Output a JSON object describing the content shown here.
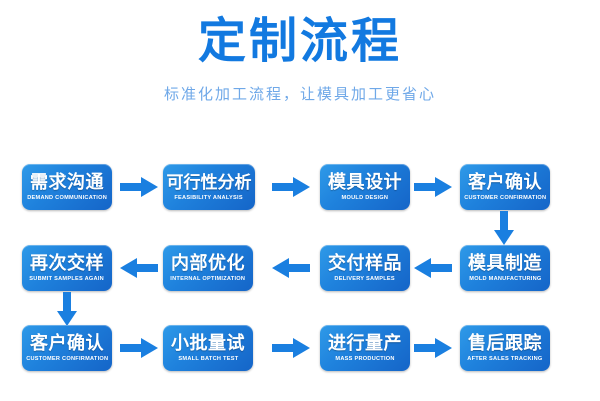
{
  "header": {
    "title": "定制流程",
    "subtitle": "标准化加工流程，让模具加工更省心",
    "title_color": "#1279e0",
    "subtitle_color": "#6fa8e8"
  },
  "theme": {
    "background": "#ffffff",
    "node_gradient_from": "#2f9ae8",
    "node_gradient_to": "#1565c8",
    "arrow_color": "#1a7fe0",
    "node_text_color": "#ffffff"
  },
  "flow": {
    "rows": [
      {
        "direction": "left-to-right",
        "steps": [
          {
            "cn": "需求沟通",
            "en": "DEMAND COMMUNICATION"
          },
          {
            "cn": "可行性分析",
            "en": "FEASIBILITY ANALYSIS"
          },
          {
            "cn": "模具设计",
            "en": "MOULD DESIGN"
          },
          {
            "cn": "客户确认",
            "en": "CUSTOMER CONFIRMATION"
          }
        ]
      },
      {
        "direction": "right-to-left",
        "steps": [
          {
            "cn": "再次交样",
            "en": "SUBMIT SAMPLES AGAIN"
          },
          {
            "cn": "内部优化",
            "en": "INTERNAL OPTIMIZATION"
          },
          {
            "cn": "交付样品",
            "en": "DELIVERY SAMPLES"
          },
          {
            "cn": "模具制造",
            "en": "MOLD MANUFACTURING"
          }
        ]
      },
      {
        "direction": "left-to-right",
        "steps": [
          {
            "cn": "客户确认",
            "en": "CUSTOMER CONFIRMATION"
          },
          {
            "cn": "小批量试",
            "en": "SMALL BATCH TEST"
          },
          {
            "cn": "进行量产",
            "en": "MASS PRODUCTION"
          },
          {
            "cn": "售后跟踪",
            "en": "AFTER SALES TRACKING"
          }
        ]
      }
    ],
    "connectors": {
      "row1_to_row2": "down-arrow-right-side",
      "row2_to_row3": "down-arrow-left-side"
    }
  }
}
